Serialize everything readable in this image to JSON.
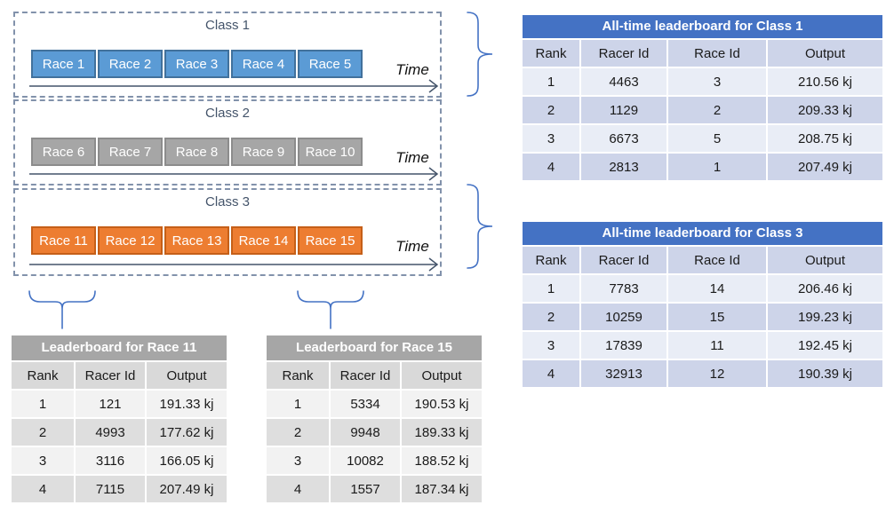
{
  "diagram": {
    "classes": [
      {
        "label": "Class 1",
        "time_label": "Time",
        "races": [
          "Race 1",
          "Race 2",
          "Race 3",
          "Race 4",
          "Race 5"
        ]
      },
      {
        "label": "Class 2",
        "time_label": "Time",
        "races": [
          "Race 6",
          "Race 7",
          "Race 8",
          "Race 9",
          "Race 10"
        ]
      },
      {
        "label": "Class 3",
        "time_label": "Time",
        "races": [
          "Race 11",
          "Race 12",
          "Race 13",
          "Race 14",
          "Race 15"
        ]
      }
    ]
  },
  "class_tables": [
    {
      "title": "All-time leaderboard for Class 1",
      "headers": [
        "Rank",
        "Racer Id",
        "Race Id",
        "Output"
      ],
      "rows": [
        [
          "1",
          "4463",
          "3",
          "210.56 kj"
        ],
        [
          "2",
          "1129",
          "2",
          "209.33 kj"
        ],
        [
          "3",
          "6673",
          "5",
          "208.75 kj"
        ],
        [
          "4",
          "2813",
          "1",
          "207.49 kj"
        ]
      ]
    },
    {
      "title": "All-time leaderboard for Class 3",
      "headers": [
        "Rank",
        "Racer Id",
        "Race Id",
        "Output"
      ],
      "rows": [
        [
          "1",
          "7783",
          "14",
          "206.46 kj"
        ],
        [
          "2",
          "10259",
          "15",
          "199.23 kj"
        ],
        [
          "3",
          "17839",
          "11",
          "192.45 kj"
        ],
        [
          "4",
          "32913",
          "12",
          "190.39 kj"
        ]
      ]
    }
  ],
  "race_tables": [
    {
      "title": "Leaderboard for Race 11",
      "headers": [
        "Rank",
        "Racer Id",
        "Output"
      ],
      "rows": [
        [
          "1",
          "121",
          "191.33 kj"
        ],
        [
          "2",
          "4993",
          "177.62 kj"
        ],
        [
          "3",
          "3116",
          "166.05 kj"
        ],
        [
          "4",
          "7115",
          "207.49 kj"
        ]
      ]
    },
    {
      "title": "Leaderboard for Race 15",
      "headers": [
        "Rank",
        "Racer Id",
        "Output"
      ],
      "rows": [
        [
          "1",
          "5334",
          "190.53 kj"
        ],
        [
          "2",
          "9948",
          "189.33 kj"
        ],
        [
          "3",
          "10082",
          "188.52 kj"
        ],
        [
          "4",
          "1557",
          "187.34 kj"
        ]
      ]
    }
  ],
  "colors": {
    "class1_button": "#5B9BD5",
    "class1_button_border": "#41719C",
    "class2_button": "#A6A6A6",
    "class2_button_border": "#8C8C8C",
    "class3_button": "#ED7D31",
    "class3_button_border": "#C55F18",
    "blue_table_title": "#4472C4",
    "blue_band_light": "#E9EDF6",
    "blue_band_dark": "#CDD4E9",
    "gray_table_title": "#A6A6A6",
    "gray_band_light": "#F2F2F2",
    "gray_band_dark": "#DEDEDE",
    "brace": "#4472C4",
    "dashed_border": "#8292ab",
    "class_label_text": "#44546A"
  }
}
